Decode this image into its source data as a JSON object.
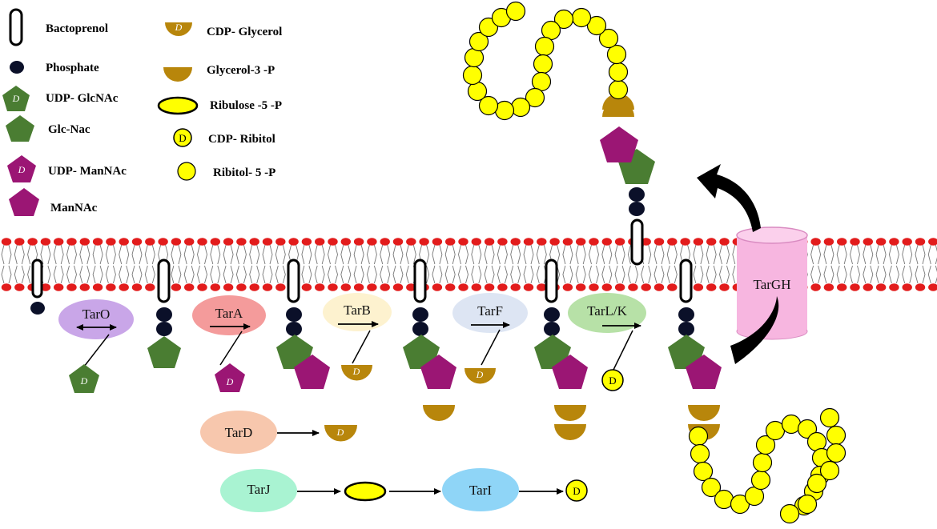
{
  "legend": {
    "bactoprenol": "Bactoprenol",
    "phosphate": "Phosphate",
    "udp_glcnac": "UDP- GlcNAc",
    "glcnac": "Glc-Nac",
    "udp_mannac": "UDP- ManNAc",
    "mannac": "ManNAc",
    "cdp_glycerol": "CDP- Glycerol",
    "glycerol_3p": "Glycerol-3 -P",
    "ribulose_5p": "Ribulose -5 -P",
    "cdp_ribitol": "CDP- Ribitol",
    "ribitol_5p": "Ribitol- 5 -P"
  },
  "enzymes": {
    "taro": "TarO",
    "tara": "TarA",
    "tarb": "TarB",
    "tarf": "TarF",
    "tarlk": "TarL/K",
    "tard": "TarD",
    "tarj": "TarJ",
    "tari": "TarI",
    "targh": "TarGH"
  },
  "glyph_letter": "D",
  "colors": {
    "glcnac": "#4a7d32",
    "mannac": "#9b1674",
    "glycerol": "#b8860b",
    "ribitol": "#ffff00",
    "phosphate": "#0b1029",
    "lipid_head": "#e21c1c",
    "transporter": "#f7b6e0",
    "taro_bg": "#c9a6e8",
    "tara_bg": "#f49b9b",
    "tarb_bg": "#fdf2cf",
    "tarf_bg": "#dde5f3",
    "tarlk_bg": "#b7e1a7",
    "tard_bg": "#f7c7ad",
    "tarj_bg": "#a9f3d2",
    "tari_bg": "#8fd5f7"
  }
}
